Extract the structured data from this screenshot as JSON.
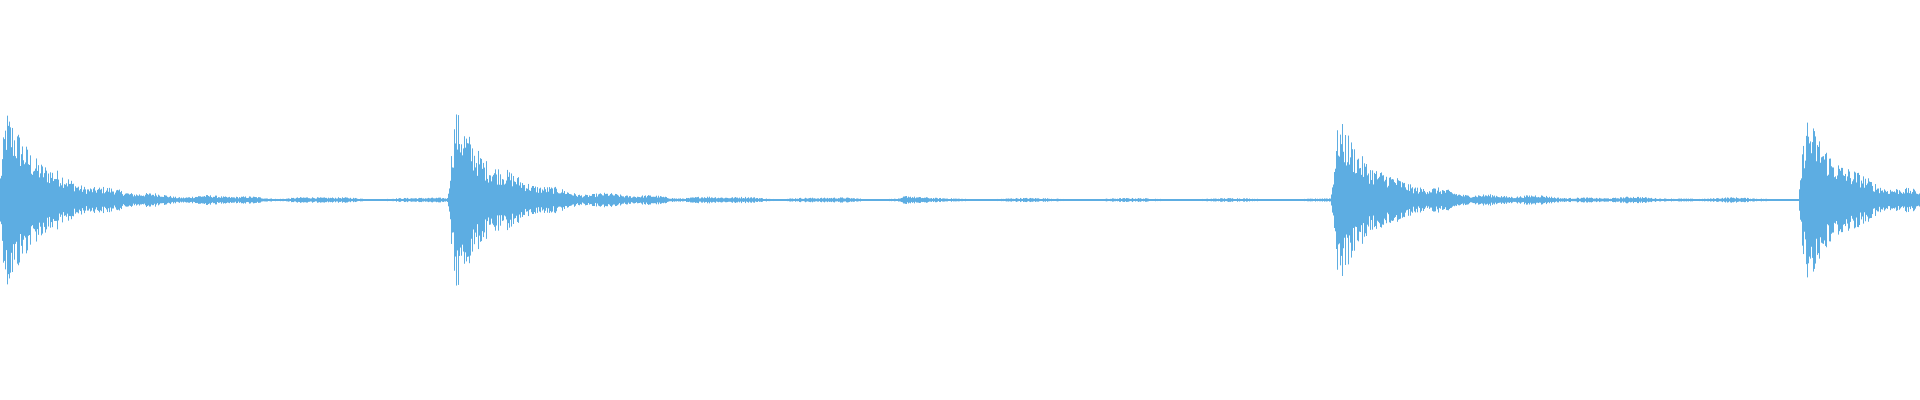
{
  "chart_data": {
    "type": "waveform",
    "title": "",
    "xlabel": "",
    "ylabel": "",
    "axes_visible": false,
    "grid": false,
    "ylim": [
      -1,
      1
    ],
    "xlim": [
      0,
      1
    ],
    "color": "#5dade2",
    "background": "#ffffff",
    "events": [
      {
        "onset": 0.0,
        "peak": 0.62,
        "decay": 0.02
      },
      {
        "onset": 0.234,
        "peak": 0.62,
        "decay": 0.02
      },
      {
        "onset": 0.47,
        "peak": 0.04,
        "decay": 0.003
      },
      {
        "onset": 0.694,
        "peak": 0.55,
        "decay": 0.02
      },
      {
        "onset": 0.9375,
        "peak": 0.58,
        "decay": 0.02
      }
    ],
    "noise_floor": 0.01
  }
}
